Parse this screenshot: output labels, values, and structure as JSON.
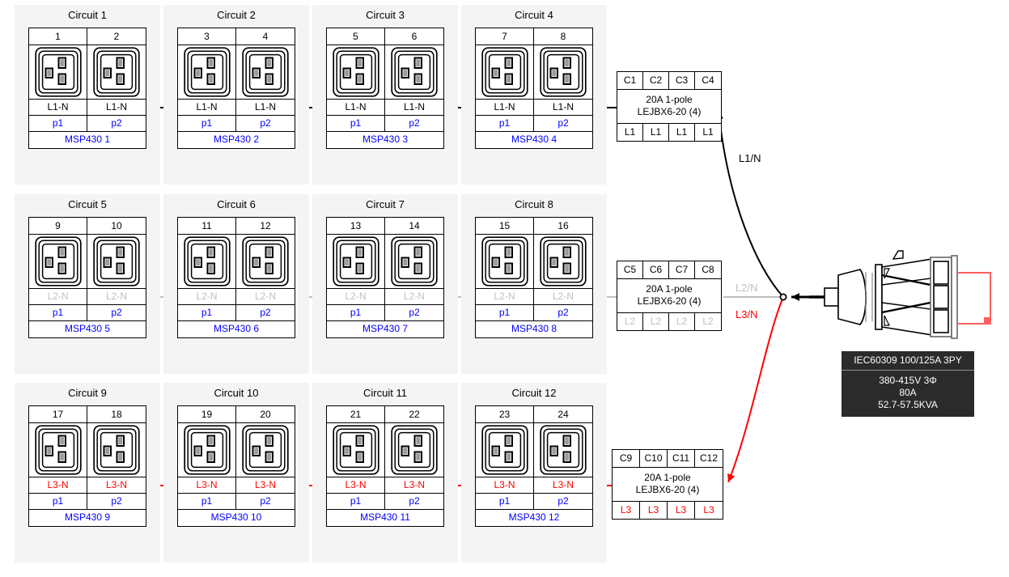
{
  "diagram": {
    "title": "Three-phase power distribution circuit diagram",
    "colors": {
      "l1": "#000000",
      "l2": "#bfbfbf",
      "l3": "#ff0000",
      "blue_label": "#0000ff",
      "panel_bg": "#f4f4f4",
      "spec_bg": "#2b2b2b"
    }
  },
  "circuits": [
    {
      "title": "Circuit 1",
      "outlets": [
        "1",
        "2"
      ],
      "phase": "L1-N",
      "phase_class": "ph-l1",
      "ports": [
        "p1",
        "p2"
      ],
      "device": "MSP430 1"
    },
    {
      "title": "Circuit 2",
      "outlets": [
        "3",
        "4"
      ],
      "phase": "L1-N",
      "phase_class": "ph-l1",
      "ports": [
        "p1",
        "p2"
      ],
      "device": "MSP430 2"
    },
    {
      "title": "Circuit 3",
      "outlets": [
        "5",
        "6"
      ],
      "phase": "L1-N",
      "phase_class": "ph-l1",
      "ports": [
        "p1",
        "p2"
      ],
      "device": "MSP430 3"
    },
    {
      "title": "Circuit 4",
      "outlets": [
        "7",
        "8"
      ],
      "phase": "L1-N",
      "phase_class": "ph-l1",
      "ports": [
        "p1",
        "p2"
      ],
      "device": "MSP430 4"
    },
    {
      "title": "Circuit 5",
      "outlets": [
        "9",
        "10"
      ],
      "phase": "L2-N",
      "phase_class": "ph-l2",
      "ports": [
        "p1",
        "p2"
      ],
      "device": "MSP430 5"
    },
    {
      "title": "Circuit 6",
      "outlets": [
        "11",
        "12"
      ],
      "phase": "L2-N",
      "phase_class": "ph-l2",
      "ports": [
        "p1",
        "p2"
      ],
      "device": "MSP430 6"
    },
    {
      "title": "Circuit 7",
      "outlets": [
        "13",
        "14"
      ],
      "phase": "L2-N",
      "phase_class": "ph-l2",
      "ports": [
        "p1",
        "p2"
      ],
      "device": "MSP430 7"
    },
    {
      "title": "Circuit 8",
      "outlets": [
        "15",
        "16"
      ],
      "phase": "L2-N",
      "phase_class": "ph-l2",
      "ports": [
        "p1",
        "p2"
      ],
      "device": "MSP430 8"
    },
    {
      "title": "Circuit 9",
      "outlets": [
        "17",
        "18"
      ],
      "phase": "L3-N",
      "phase_class": "ph-l3",
      "ports": [
        "p1",
        "p2"
      ],
      "device": "MSP430 9"
    },
    {
      "title": "Circuit 10",
      "outlets": [
        "19",
        "20"
      ],
      "phase": "L3-N",
      "phase_class": "ph-l3",
      "ports": [
        "p1",
        "p2"
      ],
      "device": "MSP430 10"
    },
    {
      "title": "Circuit 11",
      "outlets": [
        "21",
        "22"
      ],
      "phase": "L3-N",
      "phase_class": "ph-l3",
      "ports": [
        "p1",
        "p2"
      ],
      "device": "MSP430 11"
    },
    {
      "title": "Circuit 12",
      "outlets": [
        "23",
        "24"
      ],
      "phase": "L3-N",
      "phase_class": "ph-l3",
      "ports": [
        "p1",
        "p2"
      ],
      "device": "MSP430 12"
    }
  ],
  "breakers": [
    {
      "channels": [
        "C1",
        "C2",
        "C3",
        "C4"
      ],
      "rating": "20A 1-pole",
      "model": "LEJBX6-20 (4)",
      "phases": [
        "L1",
        "L1",
        "L1",
        "L1"
      ],
      "phase_class": "bl-l1"
    },
    {
      "channels": [
        "C5",
        "C6",
        "C7",
        "C8"
      ],
      "rating": "20A 1-pole",
      "model": "LEJBX6-20 (4)",
      "phases": [
        "L2",
        "L2",
        "L2",
        "L2"
      ],
      "phase_class": "bl-l2"
    },
    {
      "channels": [
        "C9",
        "C10",
        "C11",
        "C12"
      ],
      "rating": "20A 1-pole",
      "model": "LEJBX6-20 (4)",
      "phases": [
        "L3",
        "L3",
        "L3",
        "L3"
      ],
      "phase_class": "bl-l3"
    }
  ],
  "wire_labels": [
    {
      "text": "L1/N",
      "class": "wl-l1"
    },
    {
      "text": "L2/N",
      "class": "wl-l2"
    },
    {
      "text": "L3/N",
      "class": "wl-l3"
    }
  ],
  "supply": {
    "connector_name": "iec60309-plug",
    "spec_header": "IEC60309 100/125A 3PY",
    "spec_line1": "380-415V 3Φ",
    "spec_line2": "80A",
    "spec_line3": "52.7-57.5KVA"
  }
}
